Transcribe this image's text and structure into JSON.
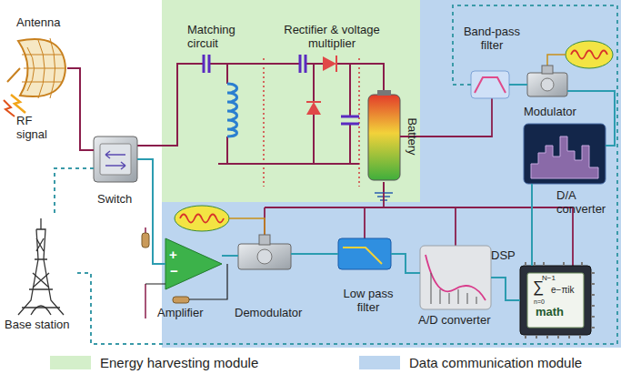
{
  "diagram": {
    "nodes": [
      {
        "text": [
          "Antenna"
        ]
      },
      {
        "text": [
          "Base station"
        ]
      },
      {
        "text": [
          "Switch"
        ]
      },
      {
        "text": [
          "Band-pass filter"
        ]
      },
      {
        "text": [
          "Modulator"
        ]
      },
      {
        "text": [
          "D/A converter"
        ]
      },
      {
        "text": [
          "Amplifier",
          "+",
          "−"
        ]
      },
      {
        "text": [
          "Demodulator"
        ]
      },
      {
        "text": [
          "Low pass filter"
        ]
      },
      {
        "text": [
          "A/D converter"
        ]
      },
      {
        "text": [
          "DSP",
          "N−1",
          "∑",
          "n=0",
          "e−πik",
          "math"
        ]
      },
      {
        "text": [
          "Battery"
        ]
      }
    ],
    "edges": [
      {
        "from": 0,
        "to": 2,
        "arrow": "none"
      },
      {
        "from": 2,
        "to": 6,
        "arrow": "none"
      },
      {
        "from": 6,
        "to": 7,
        "arrow": "none"
      },
      {
        "from": 7,
        "to": 8,
        "arrow": "none"
      },
      {
        "from": 8,
        "to": 9,
        "arrow": "none"
      },
      {
        "from": 9,
        "to": 10,
        "arrow": "none"
      },
      {
        "from": 10,
        "to": 5,
        "arrow": "none"
      },
      {
        "from": 5,
        "to": 4,
        "arrow": "none"
      },
      {
        "from": 4,
        "to": 3,
        "arrow": "none"
      },
      {
        "from": 3,
        "to": 1,
        "arrow": "none"
      },
      {
        "from": 2,
        "to": 1,
        "arrow": "none"
      }
    ],
    "labels": [
      "RF signal",
      "Matching circuit",
      "Rectifier & voltage multiplier"
    ],
    "legend": [
      {
        "text": "Energy harvesting module",
        "color": "#d4efca"
      },
      {
        "text": "Data communication module",
        "color": "#bcd5ef"
      }
    ]
  }
}
